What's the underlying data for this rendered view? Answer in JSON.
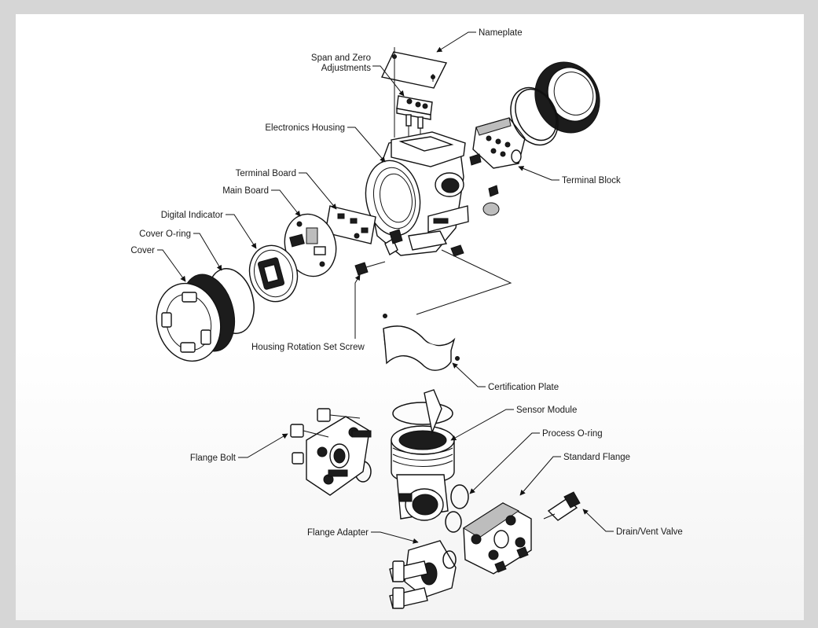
{
  "labels": {
    "nameplate": "Nameplate",
    "span_zero_1": "Span and Zero",
    "span_zero_2": "Adjustments",
    "electronics_housing": "Electronics Housing",
    "terminal_board": "Terminal Board",
    "main_board": "Main Board",
    "digital_indicator": "Digital Indicator",
    "cover_oring": "Cover O-ring",
    "cover": "Cover",
    "terminal_block": "Terminal Block",
    "housing_rotation": "Housing Rotation Set Screw",
    "certification_plate": "Certification Plate",
    "sensor_module": "Sensor Module",
    "process_oring": "Process O-ring",
    "standard_flange": "Standard Flange",
    "flange_bolt": "Flange Bolt",
    "drain_vent": "Drain/Vent Valve",
    "flange_adapter": "Flange Adapter"
  },
  "colors": {
    "frame": "#d6d6d6",
    "panel": "#ffffff",
    "ink": "#111111"
  }
}
